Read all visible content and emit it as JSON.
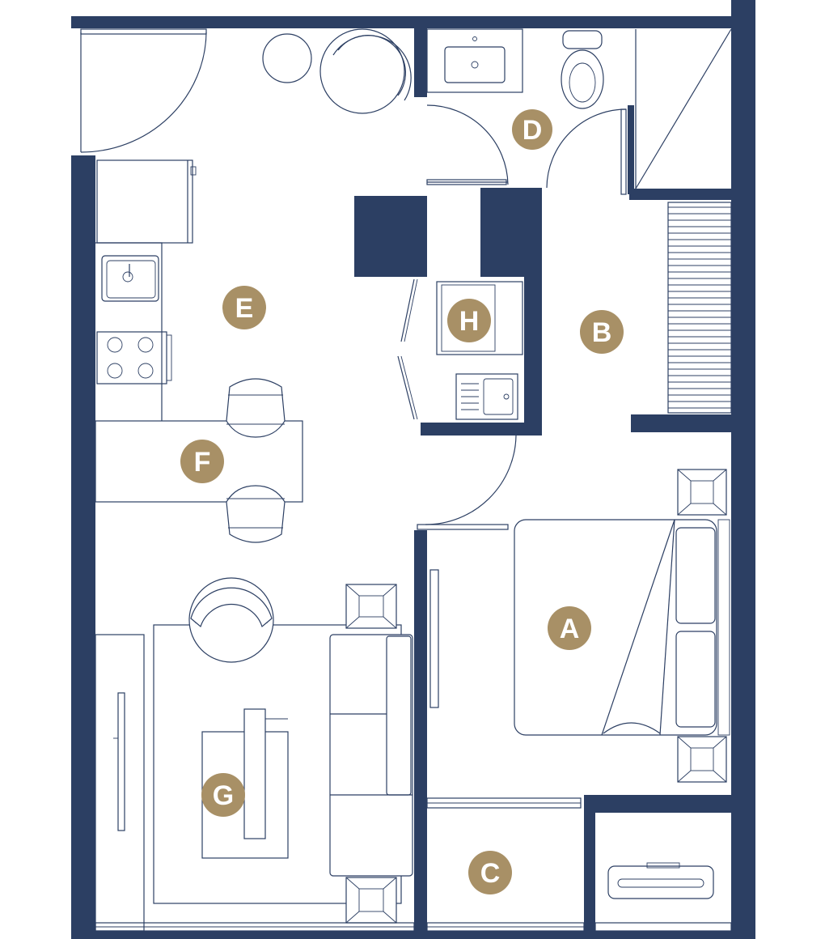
{
  "colors": {
    "wall": "#2c3f63",
    "line": "#2c3f63",
    "badge": "#a89066",
    "badge_text": "#ffffff",
    "background": "#ffffff"
  },
  "rooms": {
    "a": {
      "letter": "A"
    },
    "b": {
      "letter": "B"
    },
    "c": {
      "letter": "C"
    },
    "d": {
      "letter": "D"
    },
    "e": {
      "letter": "E"
    },
    "f": {
      "letter": "F"
    },
    "g": {
      "letter": "G"
    },
    "h": {
      "letter": "H"
    }
  },
  "icons": [
    "door-swing-icon",
    "sink-icon",
    "toilet-icon",
    "stove-icon",
    "chair-icon",
    "sofa-icon",
    "bed-icon",
    "nightstand-icon",
    "stairs-icon",
    "washer-icon",
    "air-conditioner-icon"
  ]
}
